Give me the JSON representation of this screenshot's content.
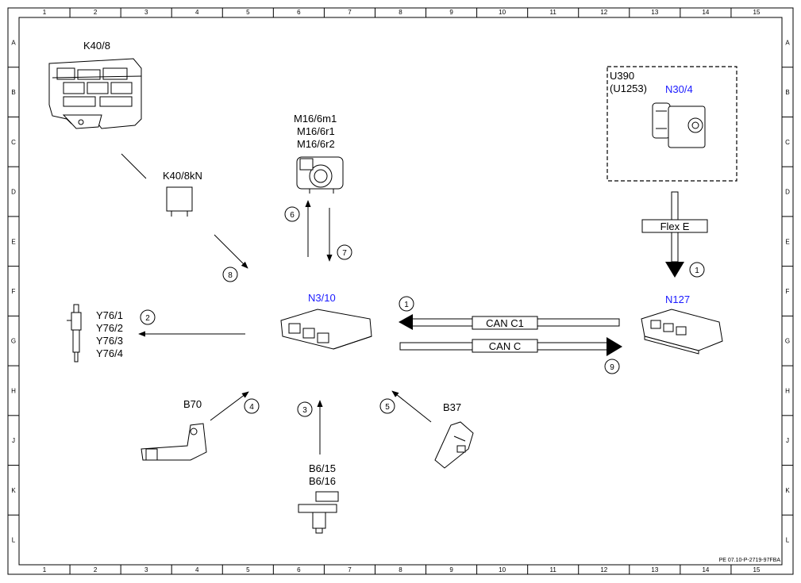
{
  "frame": {
    "columns": [
      "1",
      "2",
      "3",
      "4",
      "5",
      "6",
      "7",
      "8",
      "9",
      "10",
      "11",
      "12",
      "13",
      "14",
      "15"
    ],
    "rows": [
      "A",
      "B",
      "C",
      "D",
      "E",
      "F",
      "G",
      "H",
      "J",
      "K",
      "L"
    ]
  },
  "components": {
    "k40_8": "K40/8",
    "k40_8kn": "K40/8kN",
    "m16_6m1": "M16/6m1",
    "m16_6r1": "M16/6r1",
    "m16_6r2": "M16/6r2",
    "u390": "U390",
    "u1253": "(U1253)",
    "n30_4": "N30/4",
    "flex_e": "Flex E",
    "n3_10": "N3/10",
    "n127": "N127",
    "can_c1": "CAN C1",
    "can_c": "CAN C",
    "y76_1": "Y76/1",
    "y76_2": "Y76/2",
    "y76_3": "Y76/3",
    "y76_4": "Y76/4",
    "b70": "B70",
    "b37": "B37",
    "b6_15": "B6/15",
    "b6_16": "B6/16"
  },
  "markers": {
    "m1a": "1",
    "m1b": "1",
    "m2": "2",
    "m3": "3",
    "m4": "4",
    "m5": "5",
    "m6": "6",
    "m7": "7",
    "m8": "8",
    "m9": "9"
  },
  "footer_code": "PE 07.10-P-2719-97FBA",
  "colors": {
    "line": "#000000",
    "blue_label": "#1a1aff",
    "background": "#ffffff"
  }
}
